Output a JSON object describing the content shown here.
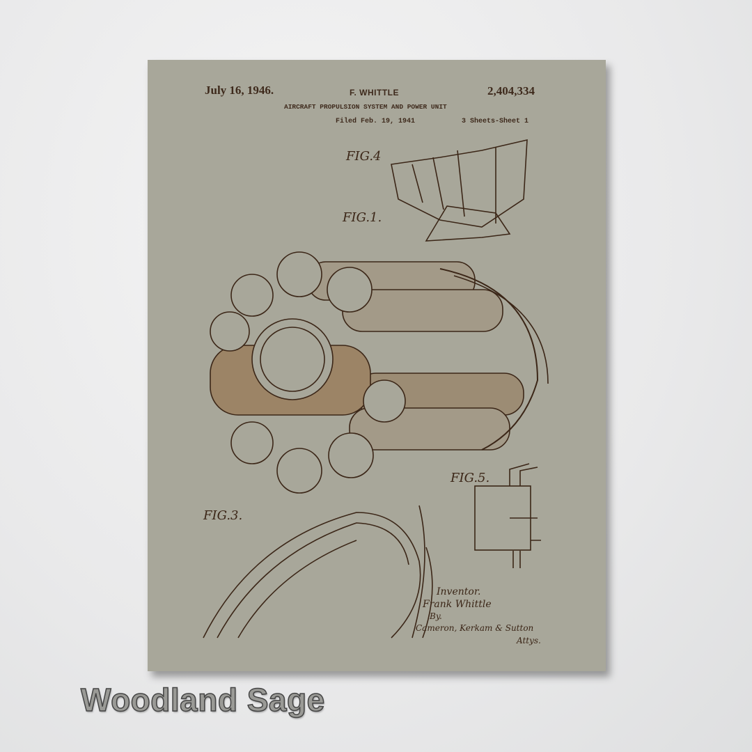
{
  "patent": {
    "date": "July 16, 1946.",
    "inventor_header": "F. WHITTLE",
    "number": "2,404,334",
    "title": "AIRCRAFT PROPULSION SYSTEM AND POWER UNIT",
    "filed": "Filed Feb. 19, 1941",
    "sheets": "3 Sheets-Sheet 1"
  },
  "figures": {
    "fig4": "FIG.4",
    "fig1": "FIG.1.",
    "fig5": "FIG.5.",
    "fig3": "FIG.3."
  },
  "signature": {
    "inventor_label": "Inventor.",
    "inventor_name": "Frank Whittle",
    "by": "By.",
    "attorneys": "Cameron, Kerkam & Sutton",
    "attys": "Attys."
  },
  "caption": "Woodland Sage",
  "colors": {
    "poster": "#a8a79a",
    "ink": "#3e2a1c",
    "rust": "#7a4a22"
  }
}
